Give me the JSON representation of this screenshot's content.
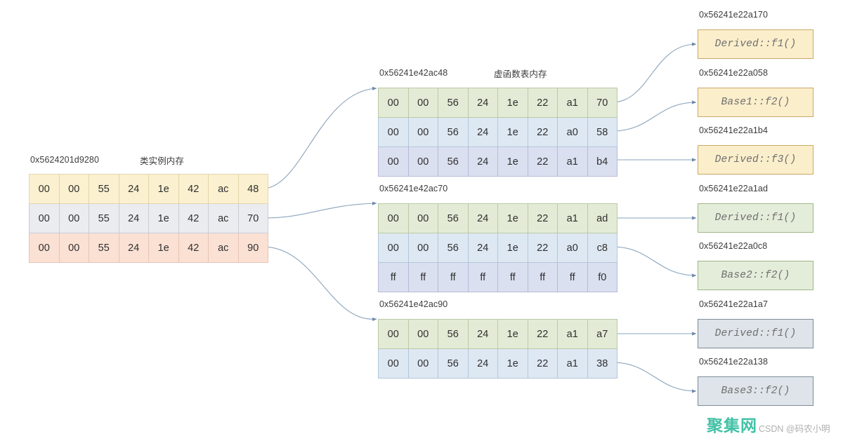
{
  "instance": {
    "address_label": "0x5624201d9280",
    "title": "类实例内存",
    "rows": [
      {
        "style": "r-yellow",
        "cells": [
          "00",
          "00",
          "55",
          "24",
          "1e",
          "42",
          "ac",
          "48"
        ]
      },
      {
        "style": "r-gray",
        "cells": [
          "00",
          "00",
          "55",
          "24",
          "1e",
          "42",
          "ac",
          "70"
        ]
      },
      {
        "style": "r-peach",
        "cells": [
          "00",
          "00",
          "55",
          "24",
          "1e",
          "42",
          "ac",
          "90"
        ]
      }
    ]
  },
  "vtables": [
    {
      "address_label": "0x56241e42ac48",
      "title": "虚函数表内存",
      "rows": [
        {
          "style": "r-green",
          "cells": [
            "00",
            "00",
            "56",
            "24",
            "1e",
            "22",
            "a1",
            "70"
          ]
        },
        {
          "style": "r-blue",
          "cells": [
            "00",
            "00",
            "56",
            "24",
            "1e",
            "22",
            "a0",
            "58"
          ]
        },
        {
          "style": "r-lav",
          "cells": [
            "00",
            "00",
            "56",
            "24",
            "1e",
            "22",
            "a1",
            "b4"
          ]
        }
      ]
    },
    {
      "address_label": "0x56241e42ac70",
      "title": "",
      "rows": [
        {
          "style": "r-green",
          "cells": [
            "00",
            "00",
            "56",
            "24",
            "1e",
            "22",
            "a1",
            "ad"
          ]
        },
        {
          "style": "r-blue",
          "cells": [
            "00",
            "00",
            "56",
            "24",
            "1e",
            "22",
            "a0",
            "c8"
          ]
        },
        {
          "style": "r-lav",
          "cells": [
            "ff",
            "ff",
            "ff",
            "ff",
            "ff",
            "ff",
            "ff",
            "f0"
          ]
        }
      ]
    },
    {
      "address_label": "0x56241e42ac90",
      "title": "",
      "rows": [
        {
          "style": "r-green",
          "cells": [
            "00",
            "00",
            "56",
            "24",
            "1e",
            "22",
            "a1",
            "a7"
          ]
        },
        {
          "style": "r-blue",
          "cells": [
            "00",
            "00",
            "56",
            "24",
            "1e",
            "22",
            "a1",
            "38"
          ]
        }
      ]
    }
  ],
  "functions": [
    {
      "address_label": "0x56241e22a170",
      "name": "Derived::f1()",
      "style": "fn-yellow"
    },
    {
      "address_label": "0x56241e22a058",
      "name": "Base1::f2()",
      "style": "fn-yellow"
    },
    {
      "address_label": "0x56241e22a1b4",
      "name": "Derived::f3()",
      "style": "fn-yellow"
    },
    {
      "address_label": "0x56241e22a1ad",
      "name": "Derived::f1()",
      "style": "fn-green"
    },
    {
      "address_label": "0x56241e22a0c8",
      "name": "Base2::f2()",
      "style": "fn-green"
    },
    {
      "address_label": "0x56241e22a1a7",
      "name": "Derived::f1()",
      "style": "fn-slate"
    },
    {
      "address_label": "0x56241e22a138",
      "name": "Base3::f2()",
      "style": "fn-slate"
    }
  ],
  "watermark": {
    "brand": "聚集网",
    "sub": "CSDN @码农小明",
    "brand_color": "#41c1a6"
  },
  "colors": {
    "connector": "#8aa4bd",
    "instance_yellow": "#fbf0cf",
    "instance_gray": "#eaecf0",
    "instance_peach": "#fbe1d4",
    "vtable_green": "#e3ebd6",
    "vtable_blue": "#dee8f3",
    "vtable_lavender": "#dbe0f0",
    "fn_yellow": "#fbeecb",
    "fn_green": "#e4ecda",
    "fn_slate": "#dee4e9"
  }
}
